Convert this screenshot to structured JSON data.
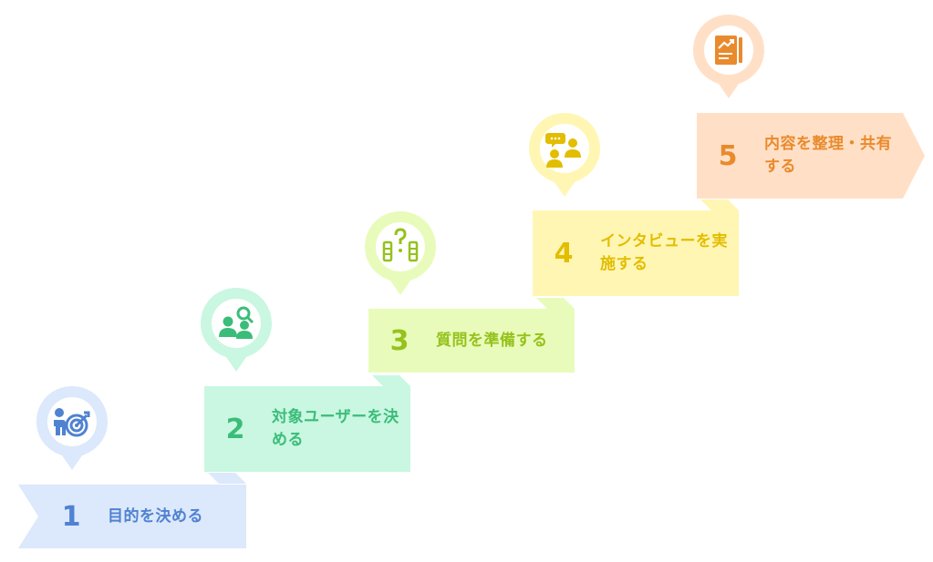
{
  "steps": [
    {
      "number": "1",
      "label": "目的を決める",
      "color": "#4f82d1",
      "fill": "#dce8fb",
      "icon": "person-target-icon"
    },
    {
      "number": "2",
      "label": "対象ユーザーを決める",
      "color": "#3bbd7a",
      "fill": "#c9f7e1",
      "icon": "users-search-icon"
    },
    {
      "number": "3",
      "label": "質問を準備する",
      "color": "#95c21d",
      "fill": "#e9fbbb",
      "icon": "question-bracket-icon"
    },
    {
      "number": "4",
      "label": "インタビューを実施する",
      "color": "#e2bd00",
      "fill": "#fff6b4",
      "icon": "people-chat-icon"
    },
    {
      "number": "5",
      "label": "内容を整理・共有する",
      "color": "#e98a2c",
      "fill": "#ffe0c7",
      "icon": "report-chart-icon"
    }
  ]
}
